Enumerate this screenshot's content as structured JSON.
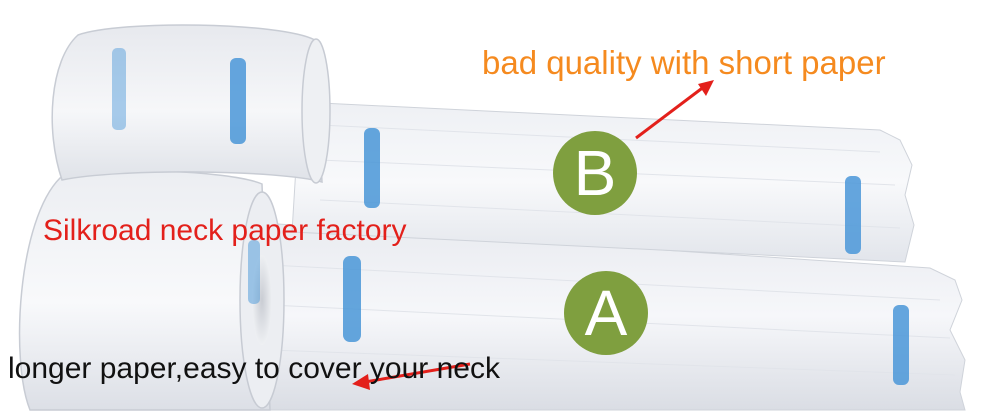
{
  "scene": {
    "subject": "neck paper rolls comparison photo"
  },
  "labels": {
    "bad_quality": "bad quality with short paper",
    "factory": "Silkroad neck paper factory",
    "longer": "longer paper,easy to cover your neck"
  },
  "badges": {
    "top_letter": "B",
    "bottom_letter": "A"
  },
  "colors": {
    "orange_text": "#f58a1f",
    "red_text": "#e3201b",
    "black_text": "#111111",
    "arrow_red": "#e3201b",
    "badge_green": "#7f9f3f",
    "stripe_blue": "#4a97d8",
    "paper_white": "#f4f5f7",
    "paper_shadow": "#d8dbe2"
  }
}
